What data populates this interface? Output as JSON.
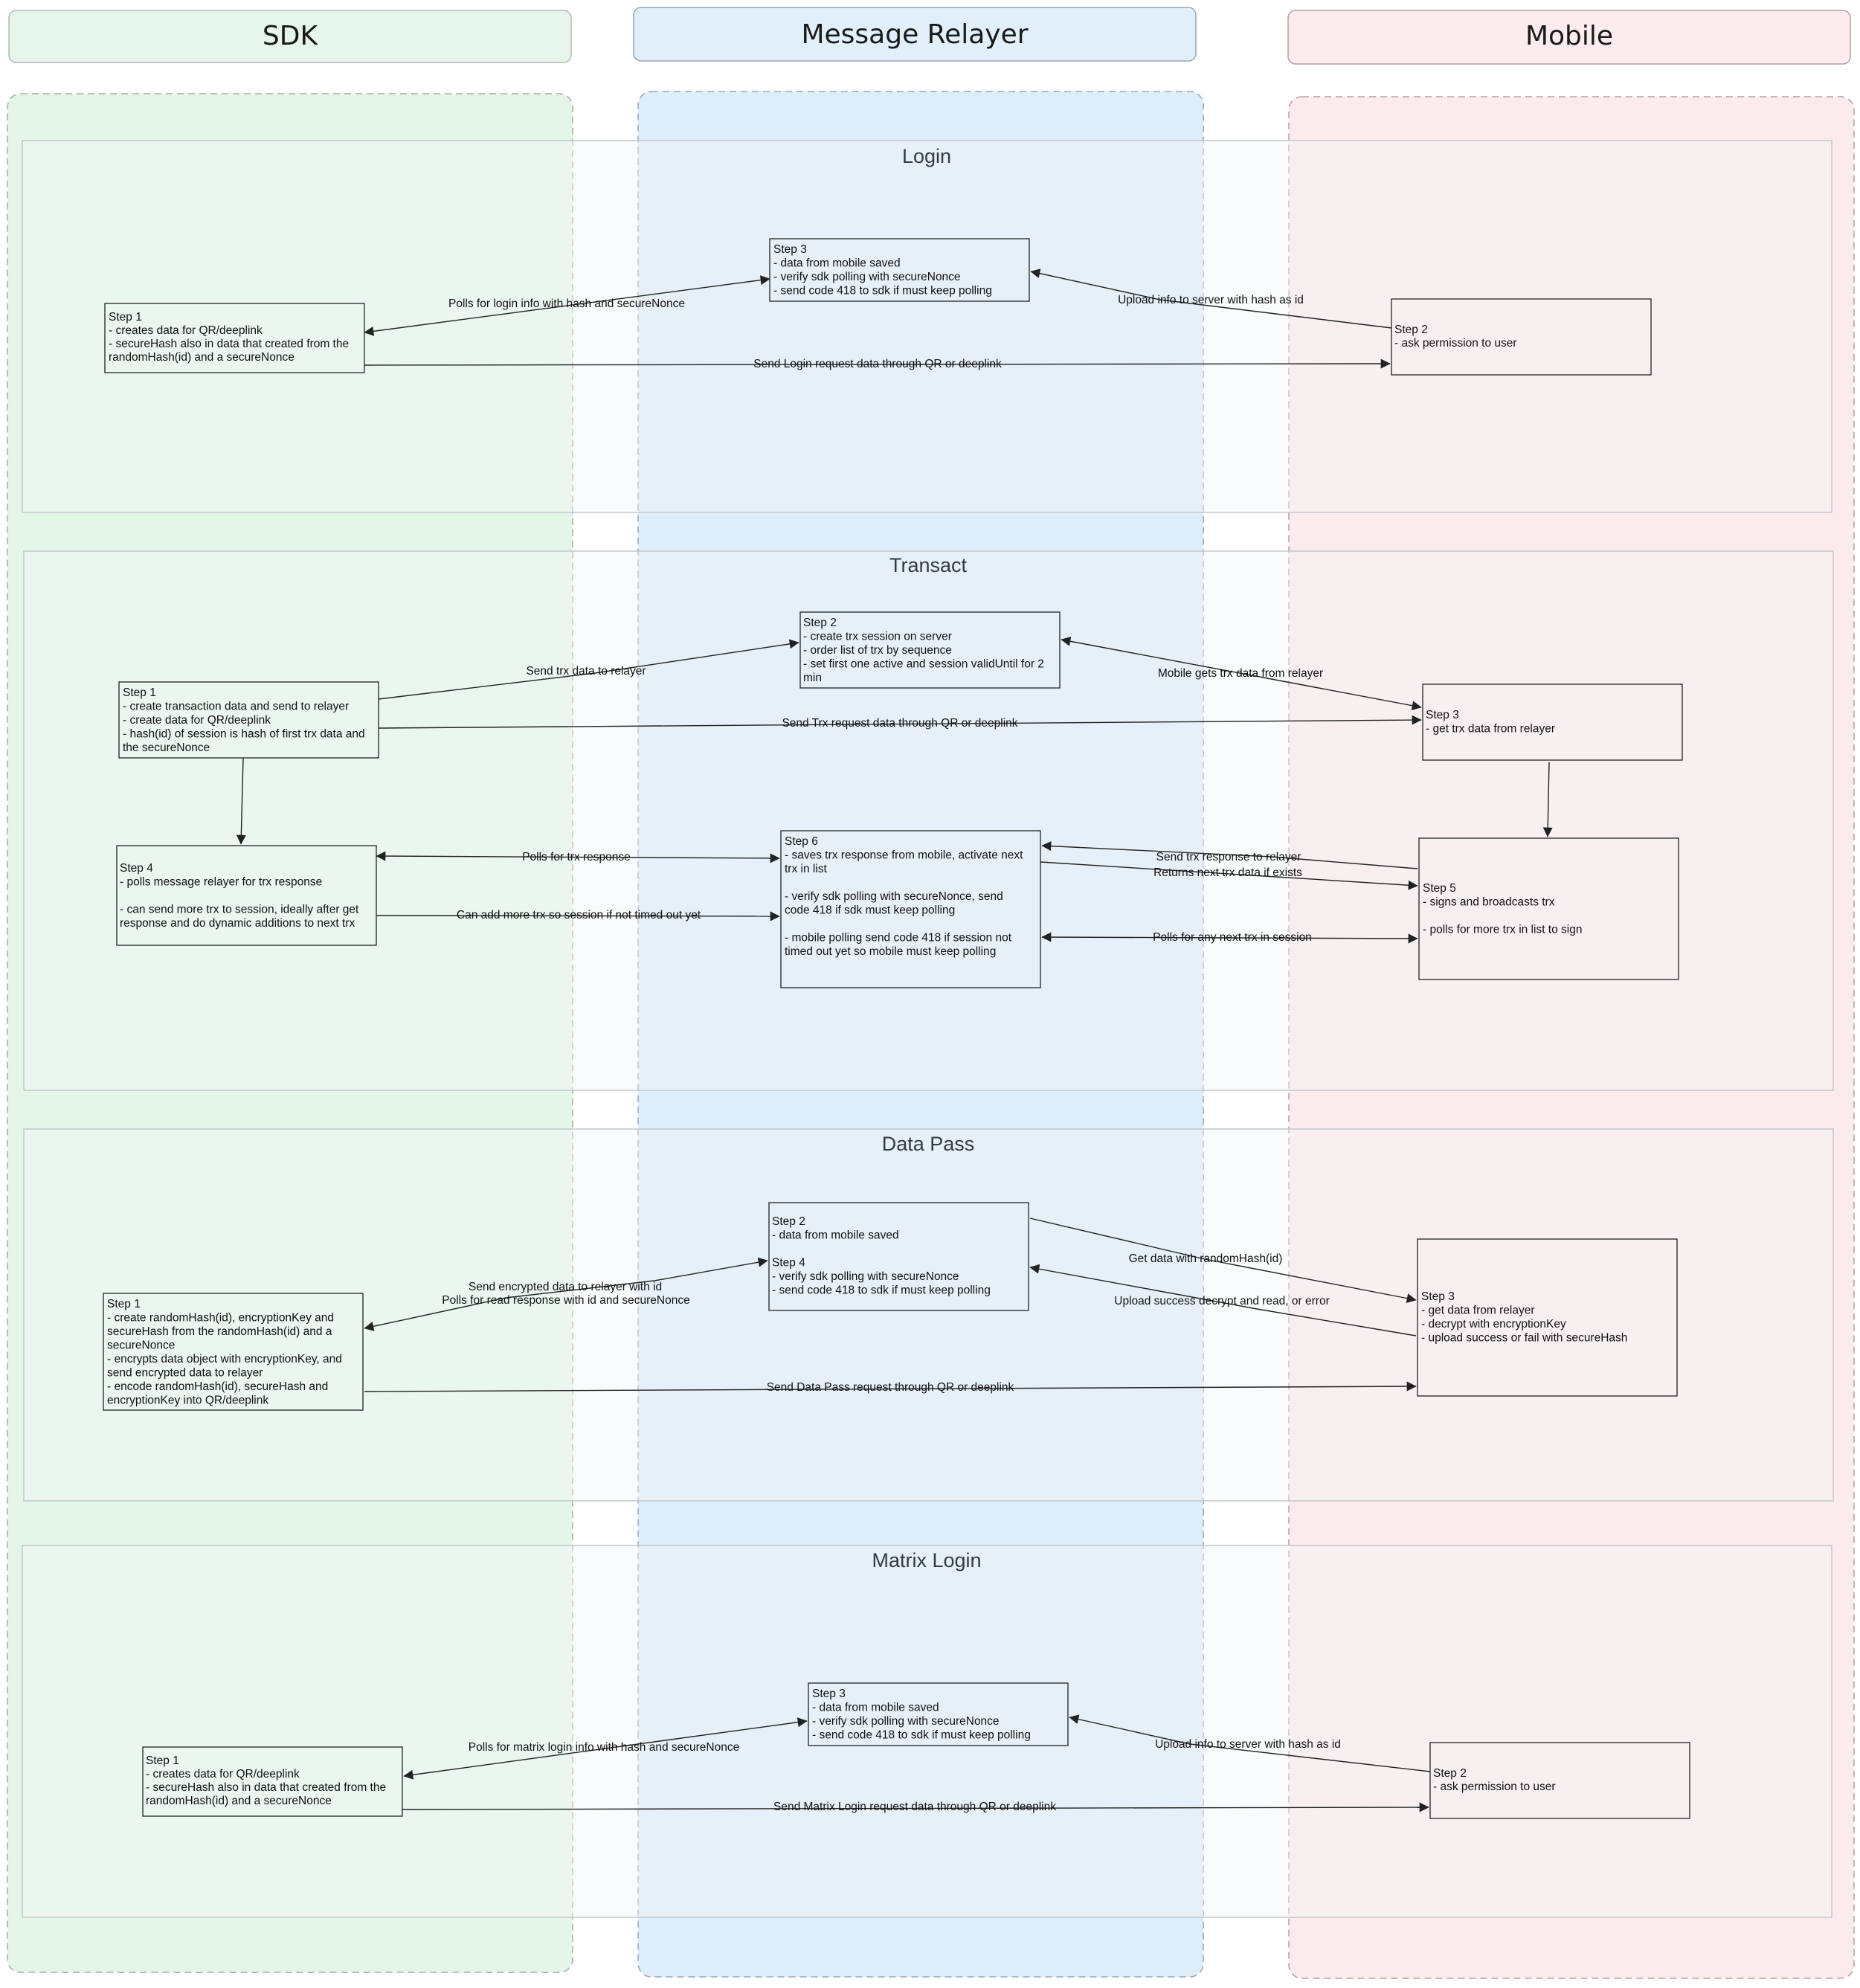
{
  "lanes": {
    "sdk": {
      "title": "SDK",
      "fill": "#e3f6e7",
      "stroke": "#b6b6b6"
    },
    "relayer": {
      "title": "Message Relayer",
      "fill": "#dfeefb",
      "stroke": "#9aa6b4"
    },
    "mobile": {
      "title": "Mobile",
      "fill": "#fcebec",
      "stroke": "#b0a0a4"
    }
  },
  "sections": {
    "login": {
      "title": "Login",
      "boxes": {
        "sdk_step1": [
          "Step 1",
          "- creates data for QR/deeplink",
          "- secureHash also in data that created from the",
          "randomHash(id) and a secureNonce"
        ],
        "relayer_step3": [
          "Step 3",
          "- data from mobile saved",
          "- verify sdk polling with secureNonce",
          "- send code 418 to sdk if must keep polling"
        ],
        "mobile_step2": [
          "Step 2",
          "- ask permission to user"
        ]
      },
      "edges": {
        "poll": "Polls for login info with hash and secureNonce",
        "upload": "Upload info to server with hash as id",
        "send": "Send Login request data through QR or deeplink"
      }
    },
    "transact": {
      "title": "Transact",
      "boxes": {
        "sdk_step1": [
          "Step 1",
          "- create transaction data and send to relayer",
          "- create data for QR/deeplink",
          "- hash(id) of session is hash of first trx data and",
          "the secureNonce"
        ],
        "relayer_step2": [
          "Step 2",
          "- create trx session on server",
          "- order list of trx by sequence",
          "- set first one active and session validUntil for 2",
          "min"
        ],
        "mobile_step3": [
          "Step 3",
          "- get trx data from relayer"
        ],
        "sdk_step4": [
          "Step 4",
          "- polls message relayer for trx response",
          "",
          "- can send more trx to session, ideally after get",
          "response and do dynamic additions to next trx"
        ],
        "relayer_step6": [
          "Step 6",
          "- saves trx response from mobile, activate next",
          "trx in list",
          "",
          "- verify sdk polling with secureNonce, send",
          "code 418 if sdk must keep polling",
          "",
          "- mobile polling send code 418 if session not",
          "timed out yet so mobile must keep polling"
        ],
        "mobile_step5": [
          "Step 5",
          "- signs and broadcasts trx",
          "",
          "- polls for more trx in list to sign"
        ]
      },
      "edges": {
        "send_trx": "Send trx data to relayer",
        "mobile_gets": "Mobile gets trx data from relayer",
        "send_request": "Send Trx request data through QR or deeplink",
        "poll_response": "Polls for trx response",
        "add_more": "Can add more trx so session if not timed out yet",
        "send_response": "Send trx response to relayer",
        "returns_next": "Returns next trx data if exists",
        "poll_next": "Polls for any next trx in session"
      }
    },
    "datapass": {
      "title": "Data Pass",
      "boxes": {
        "sdk_step1": [
          "Step 1",
          "- create randomHash(id), encryptionKey and",
          "secureHash from the randomHash(id) and a",
          "secureNonce",
          "- encrypts data object with encryptionKey, and",
          "send encrypted data to relayer",
          "- encode randomHash(id), secureHash and",
          "encryptionKey into QR/deeplink"
        ],
        "relayer_step2_4": [
          "Step 2",
          "- data from mobile saved",
          "",
          "Step 4",
          "- verify sdk polling with secureNonce",
          "- send code 418 to sdk if must keep polling"
        ],
        "mobile_step3": [
          "Step 3",
          "- get data from relayer",
          "- decrypt with encryptionKey",
          "- upload success or fail with secureHash"
        ]
      },
      "edges": {
        "send_encrypted": "Send encrypted data to relayer with id",
        "poll_read": "Polls for read response with id and secureNonce",
        "get_data": "Get data with randomHash(id)",
        "upload_success": "Upload success decrypt and read, or error",
        "send_request": "Send Data Pass request through QR or deeplink"
      }
    },
    "matrix": {
      "title": "Matrix Login",
      "boxes": {
        "sdk_step1": [
          "Step 1",
          "- creates data for QR/deeplink",
          "- secureHash also in data that created from the",
          "randomHash(id) and a secureNonce"
        ],
        "relayer_step3": [
          "Step 3",
          "- data from mobile saved",
          "- verify sdk polling with secureNonce",
          "- send code 418 to sdk if must keep polling"
        ],
        "mobile_step2": [
          "Step 2",
          "- ask permission to user"
        ]
      },
      "edges": {
        "poll": "Polls for matrix login info with hash and secureNonce",
        "upload": "Upload info to server with hash as id",
        "send": "Send Matrix Login request data through QR or deeplink"
      }
    }
  }
}
